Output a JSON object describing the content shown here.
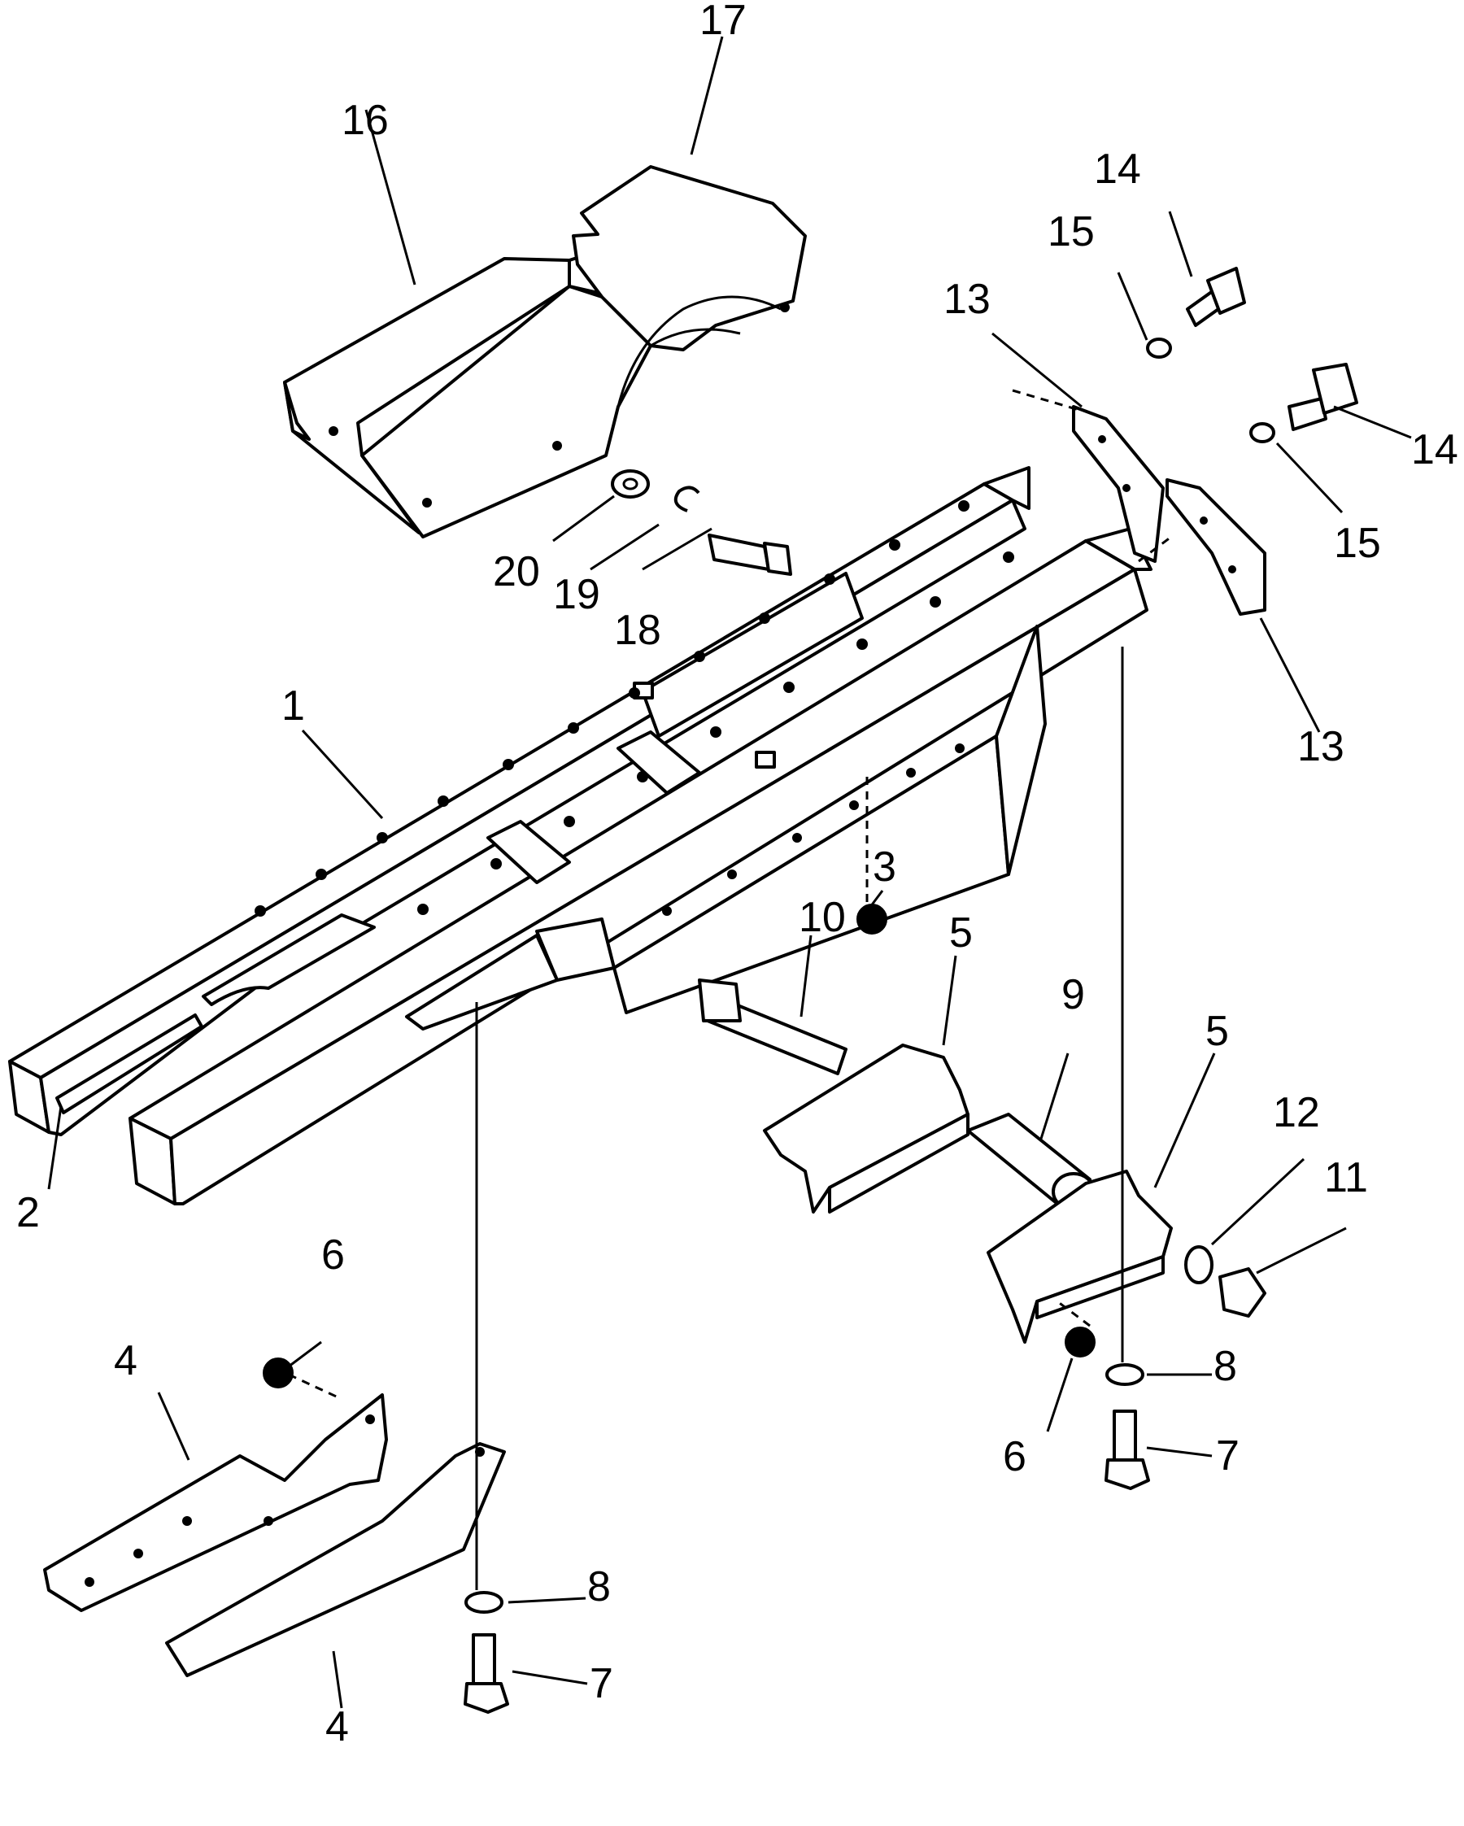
{
  "callouts": {
    "c1": "1",
    "c2": "2",
    "c3": "3",
    "c4a": "4",
    "c4b": "4",
    "c5a": "5",
    "c5b": "5",
    "c6a": "6",
    "c6b": "6",
    "c7a": "7",
    "c7b": "7",
    "c8a": "8",
    "c8b": "8",
    "c9": "9",
    "c10": "10",
    "c11": "11",
    "c12": "12",
    "c13a": "13",
    "c13b": "13",
    "c14a": "14",
    "c14b": "14",
    "c15a": "15",
    "c15b": "15",
    "c16": "16",
    "c17": "17",
    "c18": "18",
    "c19": "19",
    "c20": "20"
  }
}
